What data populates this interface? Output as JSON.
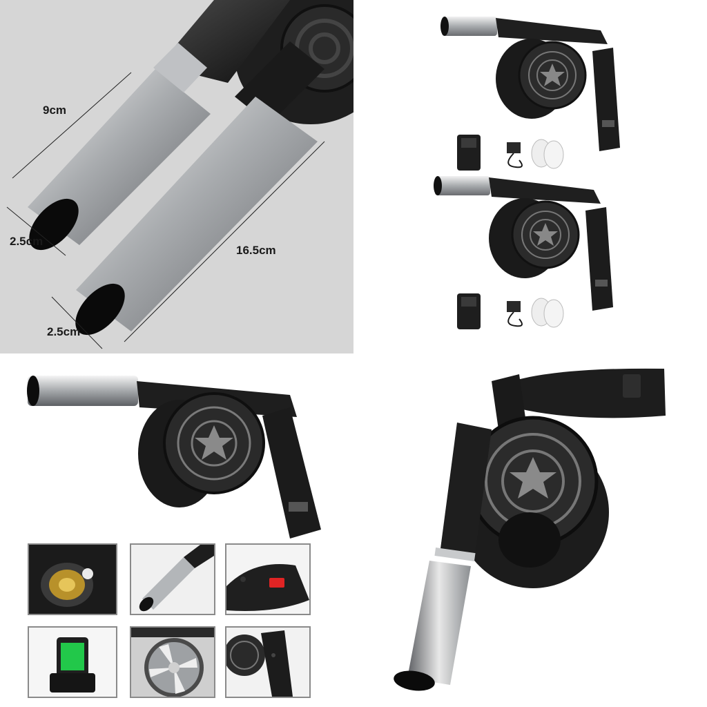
{
  "dimensions": {
    "short_tube_length": "9cm",
    "short_tube_diameter": "2.5cm",
    "long_tube_length": "16.5cm",
    "long_tube_diameter": "2.5cm"
  },
  "accessories": [
    "battery-icon",
    "charger-icon",
    "gloves-icon"
  ],
  "detail_thumbnails": [
    {
      "name": "motor-closeup"
    },
    {
      "name": "nozzle-closeup"
    },
    {
      "name": "switch-closeup"
    },
    {
      "name": "battery-closeup"
    },
    {
      "name": "impeller-closeup"
    },
    {
      "name": "grille-handle-closeup"
    }
  ],
  "watermark": "",
  "colors": {
    "tube_silver": "#b9bcc0",
    "body_black": "#1c1c1c",
    "switch_red": "#e02424",
    "battery_green": "#22c84a"
  }
}
